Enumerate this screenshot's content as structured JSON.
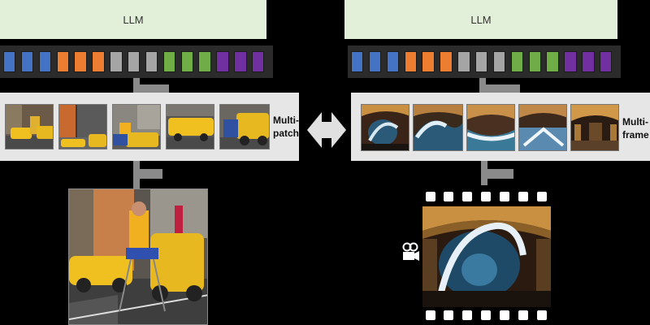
{
  "left": {
    "llm_label": "LLM",
    "strip_label_line1": "Multi-",
    "strip_label_line2": "patch"
  },
  "right": {
    "llm_label": "LLM",
    "strip_label_line1": "Multi-",
    "strip_label_line2": "frame"
  },
  "token_colors": [
    "#4472c4",
    "#4472c4",
    "#4472c4",
    "#ed7d31",
    "#ed7d31",
    "#ed7d31",
    "#a5a5a5",
    "#a5a5a5",
    "#a5a5a5",
    "#70ad47",
    "#70ad47",
    "#70ad47",
    "#7030a0",
    "#7030a0",
    "#7030a0"
  ],
  "colors": {
    "llm_bg": "#e2f0d9",
    "strip_bg": "#e6e6e6",
    "arrow": "#8a8a8a",
    "background": "#000000"
  },
  "icons": {
    "center_arrow": "double-arrow-icon",
    "camera": "video-camera-icon",
    "film": "film-strip-icon"
  }
}
